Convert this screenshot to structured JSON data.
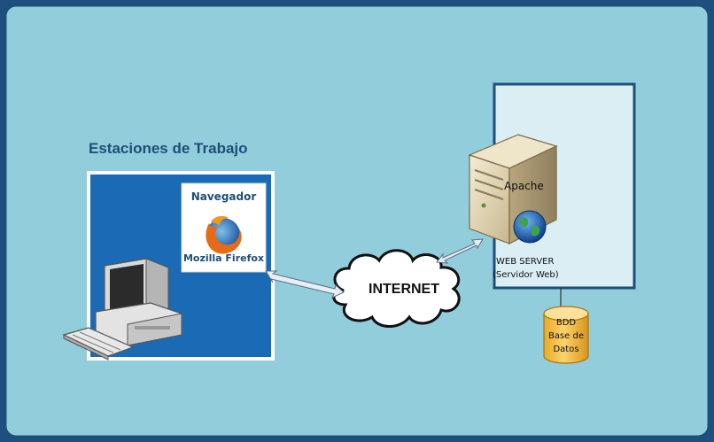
{
  "workstations": {
    "title": "Estaciones de Trabajo"
  },
  "browser": {
    "title": "Navegador",
    "name": "Mozilla Firefox",
    "icon": "firefox-icon"
  },
  "cloud": {
    "label": "INTERNET"
  },
  "server": {
    "software": "Apache",
    "label_line1": "WEB SERVER",
    "label_line2": "(Servidor Web)",
    "icon": "server-icon"
  },
  "database": {
    "line1": "BDD",
    "line2": "Base de",
    "line3": "Datos",
    "icon": "database-icon"
  },
  "colors": {
    "background_panel": "#92cddc",
    "workstation_panel": "#1a6ab5",
    "server_panel": "#dbeef4",
    "frame_border": "#1f4e79",
    "database_fill": "#f6c04a"
  }
}
